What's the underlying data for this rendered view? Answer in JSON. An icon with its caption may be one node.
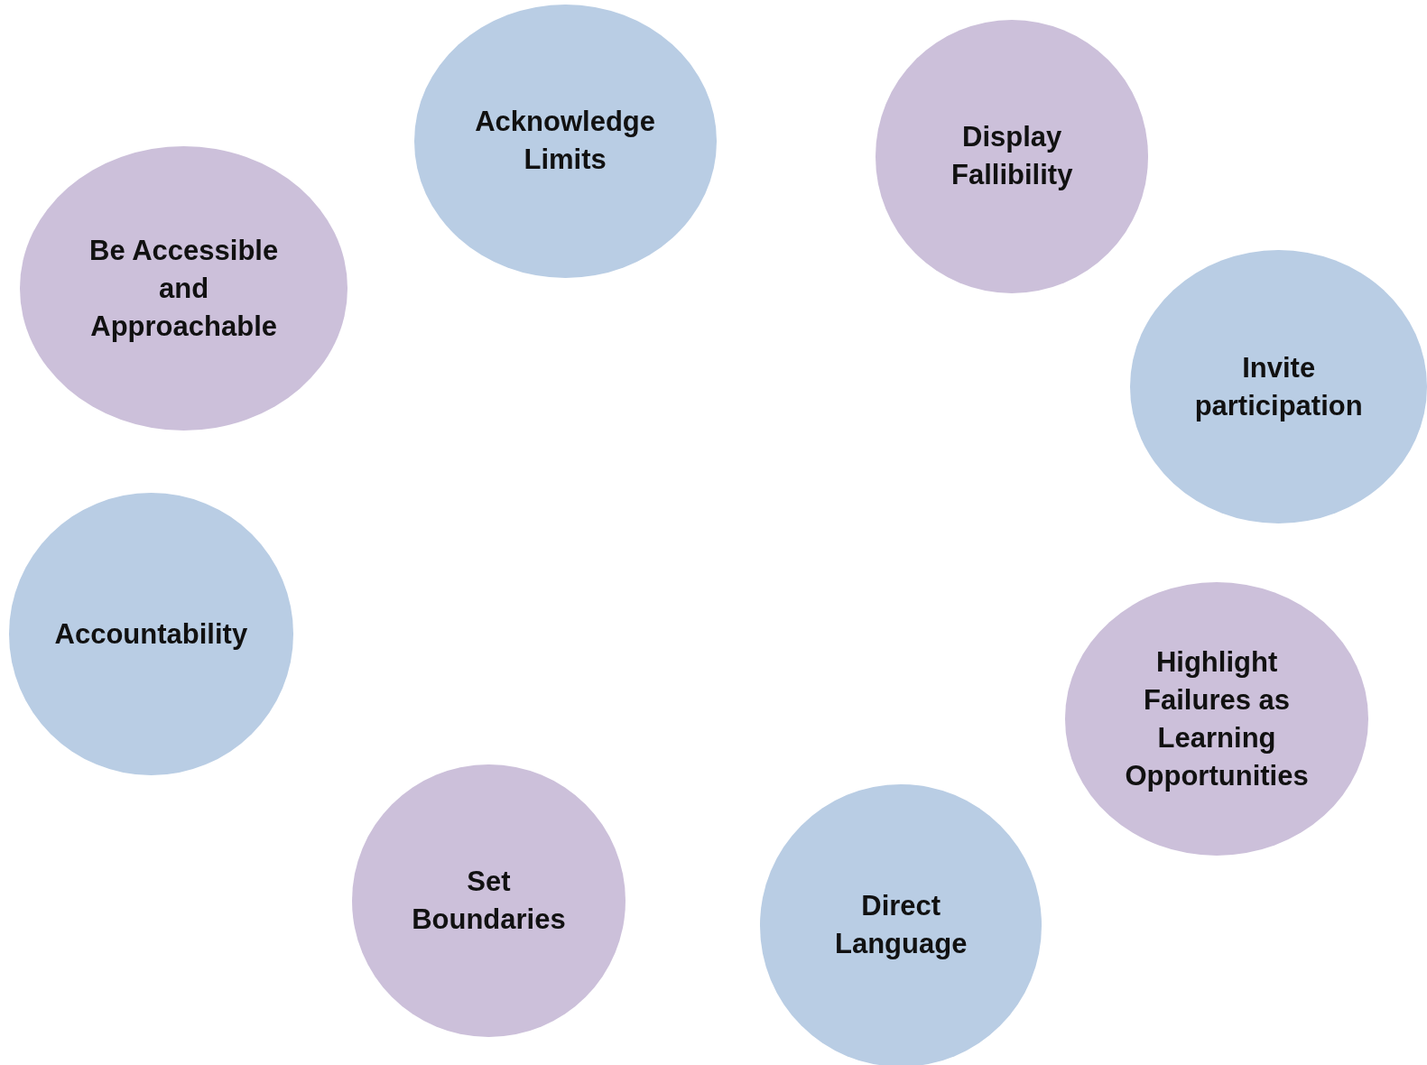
{
  "diagram": {
    "nodes": [
      {
        "text": [
          "Acknowledge Limits"
        ]
      },
      {
        "text": [
          "Display Fallibility"
        ]
      },
      {
        "text": [
          "Be Accessible and Approachable"
        ]
      },
      {
        "text": [
          "Invite participation"
        ]
      },
      {
        "text": [
          "Accountability"
        ]
      },
      {
        "text": [
          "Highlight Failures as Learning Opportunities"
        ]
      },
      {
        "text": [
          "Set Boundaries"
        ]
      },
      {
        "text": [
          "Direct Language"
        ]
      }
    ]
  }
}
